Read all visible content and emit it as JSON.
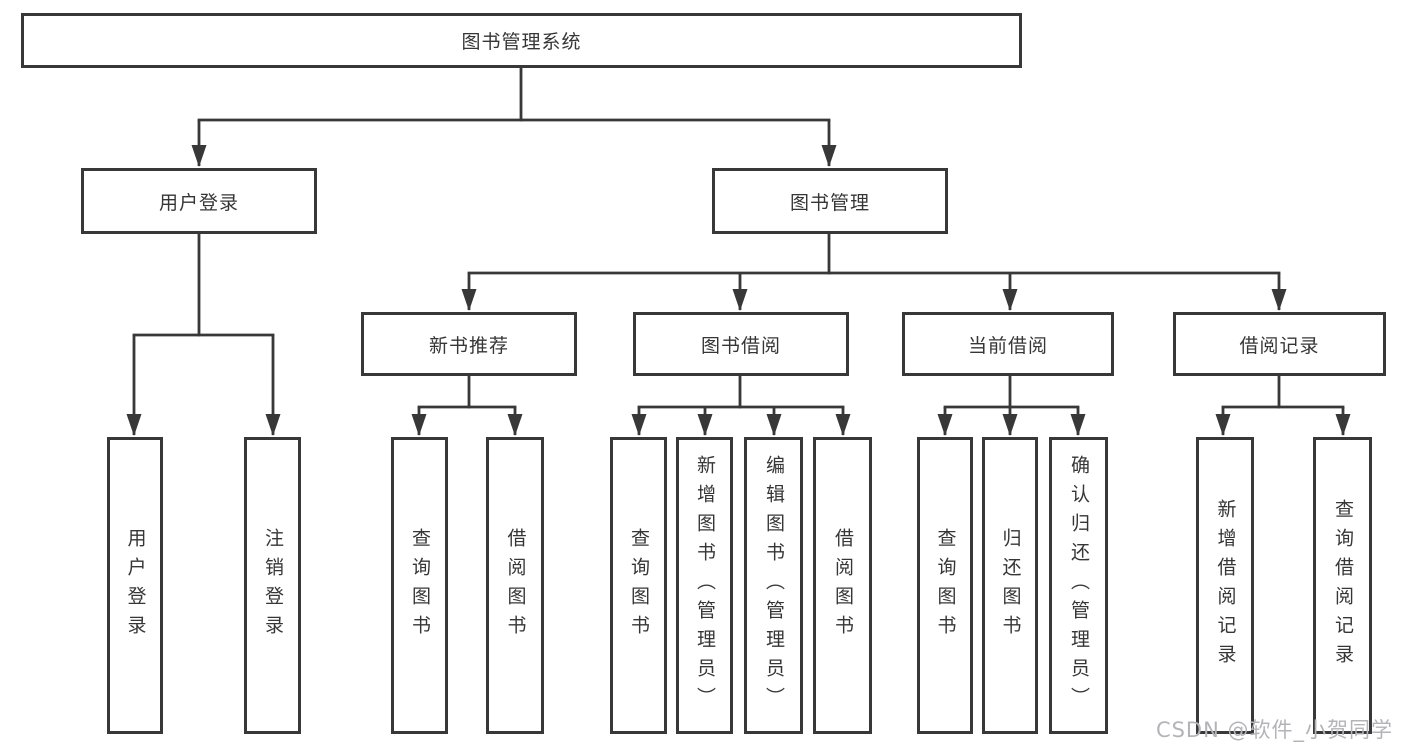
{
  "diagram": {
    "title": "图书管理系统",
    "level2": [
      "用户登录",
      "图书管理"
    ],
    "level3": [
      "新书推荐",
      "图书借阅",
      "当前借阅",
      "借阅记录"
    ],
    "groups": [
      {
        "parent": "用户登录",
        "children": [
          "用户登录",
          "注销登录"
        ]
      },
      {
        "parent": "新书推荐",
        "children": [
          "查询图书",
          "借阅图书"
        ]
      },
      {
        "parent": "图书借阅",
        "children": [
          "查询图书",
          "新增图书（管理员）",
          "编辑图书（管理员）",
          "借阅图书"
        ]
      },
      {
        "parent": "当前借阅",
        "children": [
          "查询图书",
          "归还图书",
          "确认归还（管理员）"
        ]
      },
      {
        "parent": "借阅记录",
        "children": [
          "新增借阅记录",
          "查询借阅记录"
        ]
      }
    ]
  },
  "watermark": "CSDN @软件_小贺同学",
  "colors": {
    "line": "#383838",
    "box_border": "#383838",
    "text": "#363636",
    "watermark": "#b4b4b8",
    "background": "#ffffff"
  }
}
